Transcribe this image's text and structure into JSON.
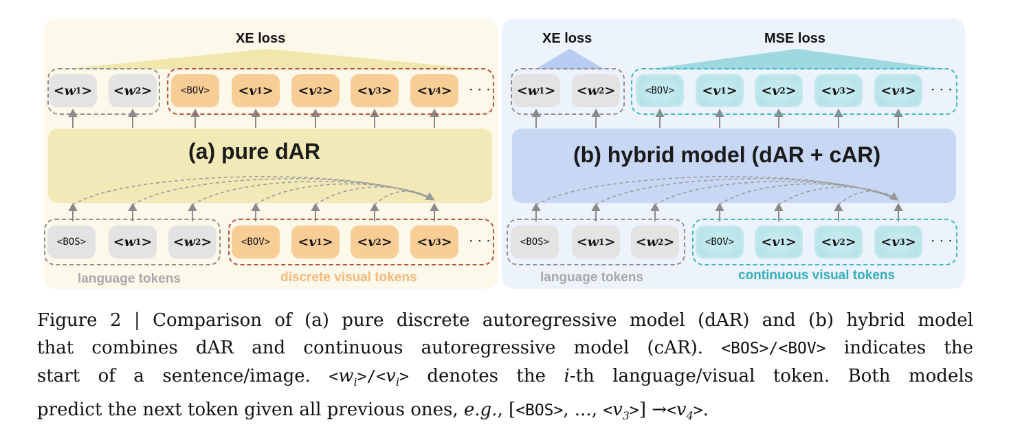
{
  "panel_a": {
    "title": "(a)  pure dAR",
    "loss_label": "XE loss",
    "input_group_label": "language tokens",
    "visual_group_label": "discrete visual tokens"
  },
  "panel_b": {
    "title": "(b) hybrid model (dAR + cAR)",
    "loss_label_xe": "XE loss",
    "loss_label_mse": "MSE loss",
    "input_group_label": "language tokens",
    "visual_group_label": "continuous visual tokens"
  },
  "tokens": {
    "bos": "<BOS>",
    "bov": "<BOV>",
    "ellipsis": "· · ·"
  },
  "colors": {
    "language_label": "#a8a8a8",
    "discrete_label": "#f5b97a",
    "continuous_label": "#33aeb8"
  },
  "caption": {
    "line1_a": "Figure 2 | Comparison of (a) pure discrete autoregressive model (dAR) and (b) hybrid model",
    "line2_a": "that combines dAR and continuous autoregressive model (cAR). ",
    "line2_code": "<BOS>/<BOV>",
    "line2_b": " indicates the",
    "line3_a": "start of a sentence/image. ",
    "line3_b": " denotes the ",
    "line3_i": "i",
    "line3_c": "-th language/visual token. Both models",
    "line4_a": "predict the next token given all previous ones, ",
    "line4_eg": "e.g.",
    "line4_b": ", [",
    "line4_c": ", ..., ",
    "line4_d": "] →",
    "line4_e": "."
  }
}
